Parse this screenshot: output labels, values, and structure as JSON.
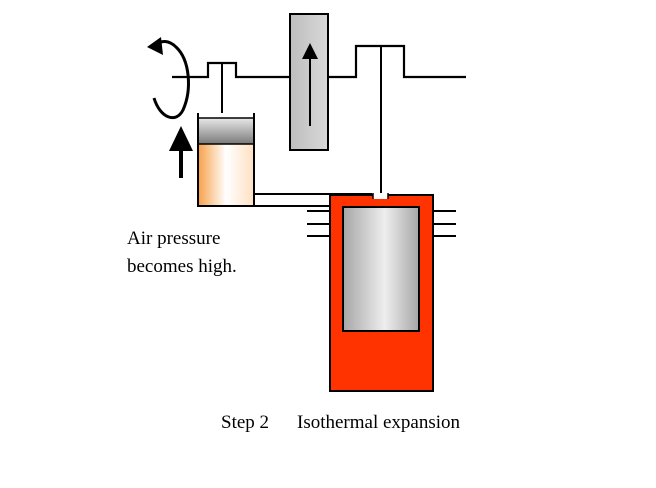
{
  "annotation": {
    "lines": [
      "Air pressure",
      "becomes high."
    ]
  },
  "caption": {
    "step": "Step 2",
    "title": "Isothermal expansion"
  },
  "colors": {
    "stroke": "#000000",
    "hot_cylinder": "#ff3300",
    "displacer_light": "#eeeeee",
    "displacer_dark": "#a6a6a6",
    "power_gas_light": "#ffffff",
    "power_gas_warm": "#f7a048",
    "flywheel_arrow_icon": "rotation-arrow-icon",
    "up_arrow_icon": "up-arrow-icon"
  }
}
